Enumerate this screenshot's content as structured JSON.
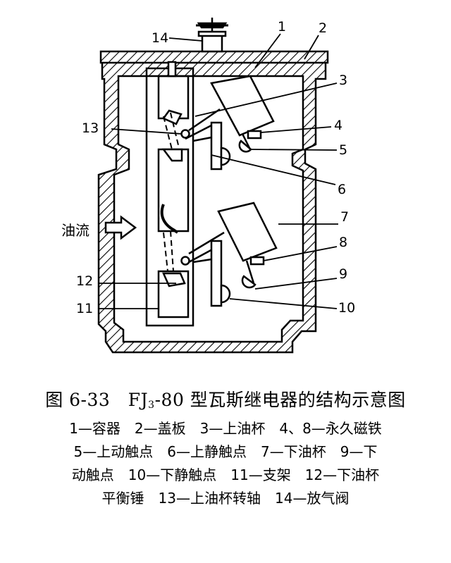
{
  "diagram": {
    "callouts": [
      {
        "id": "1",
        "text": "1"
      },
      {
        "id": "2",
        "text": "2"
      },
      {
        "id": "3",
        "text": "3"
      },
      {
        "id": "4",
        "text": "4"
      },
      {
        "id": "5",
        "text": "5"
      },
      {
        "id": "6",
        "text": "6"
      },
      {
        "id": "7",
        "text": "7"
      },
      {
        "id": "8",
        "text": "8"
      },
      {
        "id": "9",
        "text": "9"
      },
      {
        "id": "10",
        "text": "10"
      },
      {
        "id": "11",
        "text": "11"
      },
      {
        "id": "12",
        "text": "12"
      },
      {
        "id": "13",
        "text": "13"
      },
      {
        "id": "14",
        "text": "14"
      }
    ],
    "flow_label": "油流"
  },
  "caption": {
    "title_prefix": "图 6-33　FJ",
    "title_sub": "3",
    "title_suffix": "-80 型瓦斯继电器的结构示意图",
    "lines": [
      "1—容器　2—盖板　3—上油杯　4、8—永久磁铁",
      "5—上动触点　6—上静触点　7—下油杯　9—下",
      "动触点　10—下静触点　11—支架　12—下油杯",
      "平衡锤　13—上油杯转轴　14—放气阀"
    ]
  }
}
